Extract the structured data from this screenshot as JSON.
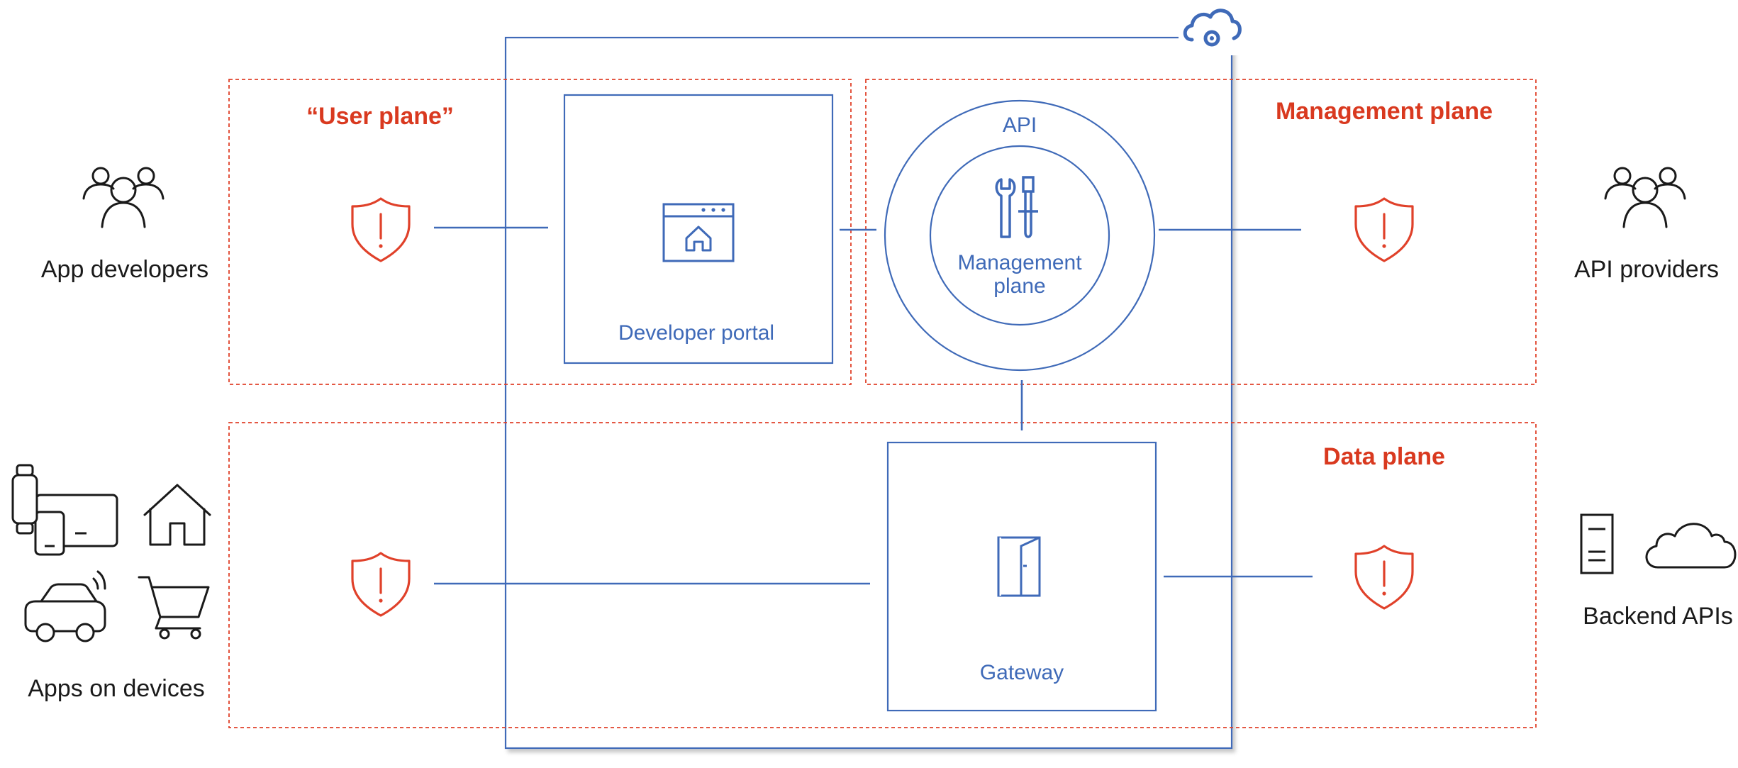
{
  "diagram": {
    "zones": {
      "user_plane": "“User plane”",
      "management_plane": "Management plane",
      "data_plane": "Data plane"
    },
    "components": {
      "developer_portal": "Developer portal",
      "api": "API",
      "management_plane_inner_line1": "Management",
      "management_plane_inner_line2": "plane",
      "gateway": "Gateway"
    },
    "actors": {
      "app_developers": "App developers",
      "api_providers": "API providers",
      "apps_on_devices": "Apps on devices",
      "backend_apis": "Backend APIs"
    },
    "colors": {
      "zone_red": "#e0412a",
      "zone_label_red": "#d9391f",
      "service_blue": "#3f6ab8",
      "icon_black": "#1a1a1a"
    },
    "icons": [
      "cloud-service-icon",
      "shield-alert-icon",
      "people-icon",
      "web-home-icon",
      "tools-icon",
      "door-icon",
      "devices-icon",
      "house-icon",
      "car-icon",
      "cart-icon",
      "server-icon",
      "cloud-icon"
    ]
  }
}
